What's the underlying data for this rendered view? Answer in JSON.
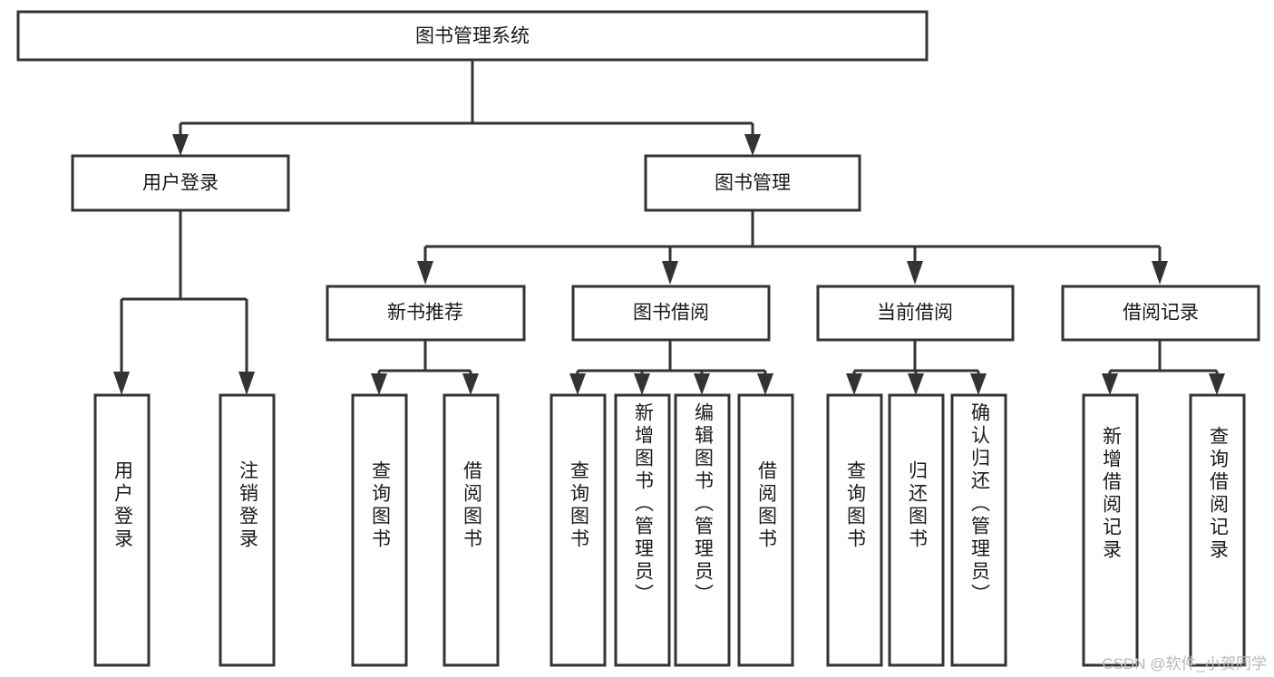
{
  "diagram": {
    "type": "hierarchy-tree",
    "title": "图书管理系统",
    "orientation": "top-down",
    "colors": {
      "box_fill": "#ffffff",
      "box_stroke": "#333333",
      "text": "#1a1a1a",
      "background": "#ffffff",
      "watermark": "#b8b8b8"
    },
    "root": {
      "label": "图书管理系统",
      "level": 0
    },
    "level1": [
      {
        "label": "用户登录",
        "level": 1
      },
      {
        "label": "图书管理",
        "level": 1
      }
    ],
    "level2": [
      {
        "label": "新书推荐",
        "level": 2,
        "parent": "图书管理"
      },
      {
        "label": "图书借阅",
        "level": 2,
        "parent": "图书管理"
      },
      {
        "label": "当前借阅",
        "level": 2,
        "parent": "图书管理"
      },
      {
        "label": "借阅记录",
        "level": 2,
        "parent": "图书管理"
      }
    ],
    "leaves": {
      "user_login": [
        {
          "label": "用户登录"
        },
        {
          "label": "注销登录"
        }
      ],
      "new_book_recommend": [
        {
          "label": "查询图书"
        },
        {
          "label": "借阅图书"
        }
      ],
      "book_borrow": [
        {
          "label": "查询图书"
        },
        {
          "label": "新增图书（管理员）"
        },
        {
          "label": "编辑图书（管理员）"
        },
        {
          "label": "借阅图书"
        }
      ],
      "current_borrow": [
        {
          "label": "查询图书"
        },
        {
          "label": "归还图书"
        },
        {
          "label": "确认归还（管理员）"
        }
      ],
      "borrow_record": [
        {
          "label": "新增借阅记录"
        },
        {
          "label": "查询借阅记录"
        }
      ]
    }
  },
  "watermark": {
    "text": "CSDN @软件_小贺同学"
  }
}
